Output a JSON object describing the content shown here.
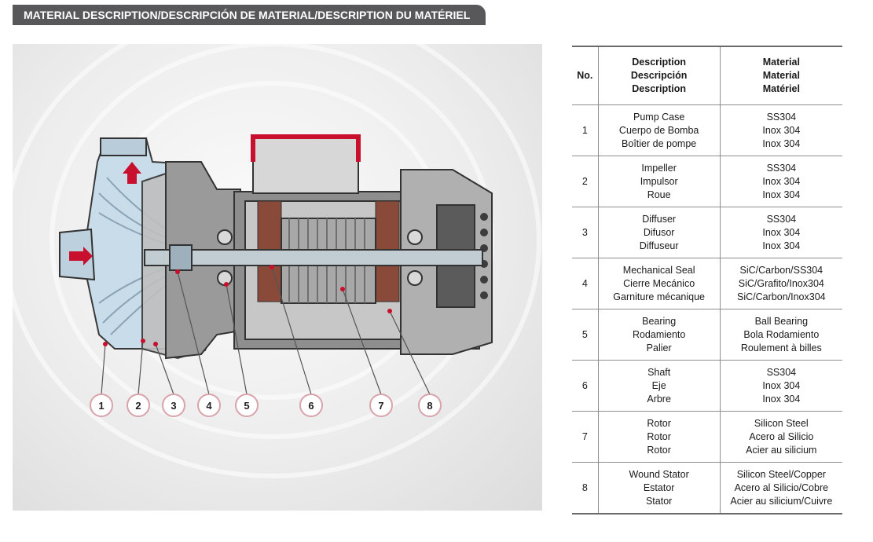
{
  "header": {
    "title": "MATERIAL DESCRIPTION/DESCRIPCIÓN DE MATERIAL/DESCRIPTION DU MATÉRIEL"
  },
  "table": {
    "headers": {
      "no": "No.",
      "description": [
        "Description",
        "Descripción",
        "Description"
      ],
      "material": [
        "Material",
        "Material",
        "Matériel"
      ]
    },
    "rows": [
      {
        "no": "1",
        "description": [
          "Pump Case",
          "Cuerpo de Bomba",
          "Boîtier de pompe"
        ],
        "material": [
          "SS304",
          "Inox 304",
          "Inox 304"
        ]
      },
      {
        "no": "2",
        "description": [
          "Impeller",
          "Impulsor",
          "Roue"
        ],
        "material": [
          "SS304",
          "Inox 304",
          "Inox 304"
        ]
      },
      {
        "no": "3",
        "description": [
          "Diffuser",
          "Difusor",
          "Diffuseur"
        ],
        "material": [
          "SS304",
          "Inox 304",
          "Inox 304"
        ]
      },
      {
        "no": "4",
        "description": [
          "Mechanical Seal",
          "Cierre Mecánico",
          "Garniture mécanique"
        ],
        "material": [
          "SiC/Carbon/SS304",
          "SiC/Grafito/Inox304",
          "SiC/Carbon/Inox304"
        ]
      },
      {
        "no": "5",
        "description": [
          "Bearing",
          "Rodamiento",
          "Palier"
        ],
        "material": [
          "Ball Bearing",
          "Bola Rodamiento",
          "Roulement à billes"
        ]
      },
      {
        "no": "6",
        "description": [
          "Shaft",
          "Eje",
          "Arbre"
        ],
        "material": [
          "SS304",
          "Inox 304",
          "Inox 304"
        ]
      },
      {
        "no": "7",
        "description": [
          "Rotor",
          "Rotor",
          "Rotor"
        ],
        "material": [
          "Silicon Steel",
          "Acero al Silicio",
          "Acier au silicium"
        ]
      },
      {
        "no": "8",
        "description": [
          "Wound Stator",
          "Estator",
          "Stator"
        ],
        "material": [
          "Silicon Steel/Copper",
          "Acero al Silicio/Cobre",
          "Acier au silicium/Cuivre"
        ]
      }
    ]
  },
  "diagram": {
    "callouts": [
      "1",
      "2",
      "3",
      "4",
      "5",
      "6",
      "7",
      "8"
    ],
    "colors": {
      "accent": "#c8102e",
      "badge_fill": "#ffffff",
      "badge_border": "#d9a3ab",
      "badge_text": "#222222"
    }
  }
}
